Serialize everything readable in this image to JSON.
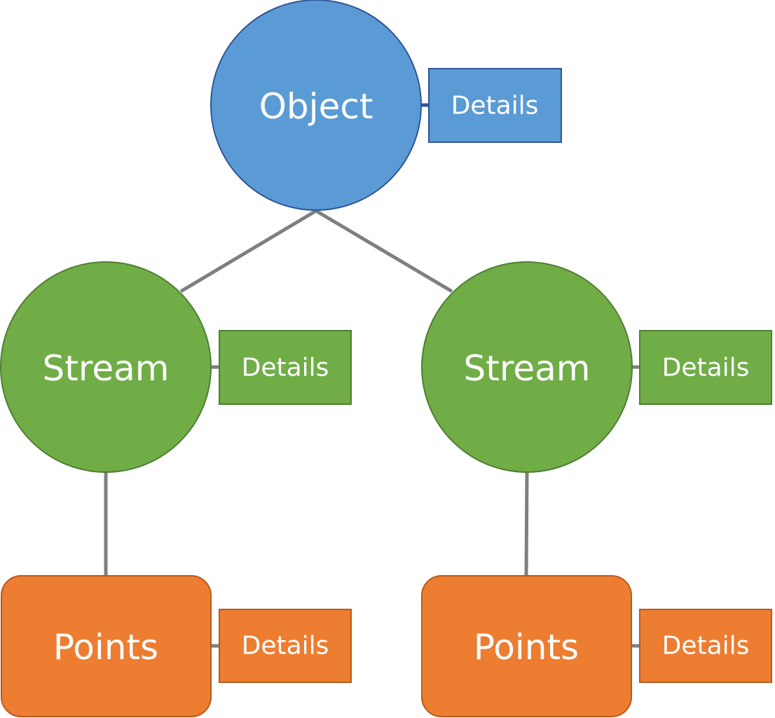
{
  "colors": {
    "object_fill": "#5b9bd5",
    "object_stroke": "#2f5597",
    "stream_fill": "#70ad47",
    "stream_stroke": "#507e32",
    "points_fill": "#ed7d31",
    "points_stroke": "#b85a1f",
    "connector": "#7f7f7f",
    "text": "#ffffff"
  },
  "nodes": {
    "object": {
      "label": "Object",
      "details": "Details"
    },
    "stream_left": {
      "label": "Stream",
      "details": "Details"
    },
    "stream_right": {
      "label": "Stream",
      "details": "Details"
    },
    "points_left": {
      "label": "Points",
      "details": "Details"
    },
    "points_right": {
      "label": "Points",
      "details": "Details"
    }
  }
}
